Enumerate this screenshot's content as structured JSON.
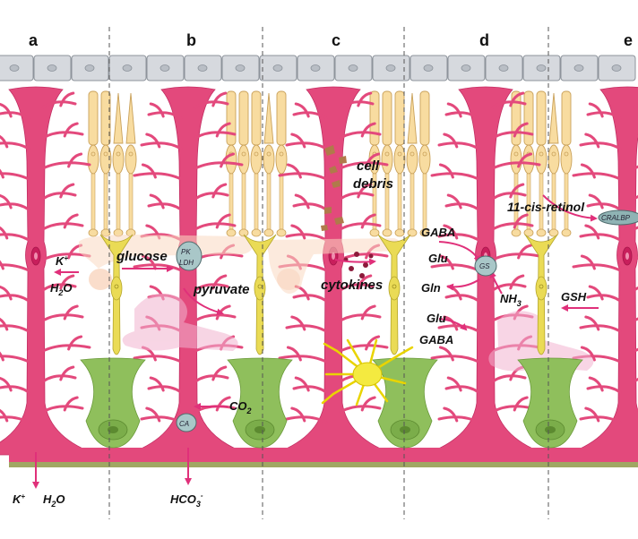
{
  "panels": [
    "a",
    "b",
    "c",
    "d",
    "e"
  ],
  "labels": {
    "k_plus_top": "K",
    "plus": "+",
    "h2o_top": "H",
    "two": "2",
    "o": "O",
    "glucose": "glucose",
    "pk": "PK",
    "ldh": "LDH",
    "pyruvate": "pyruvate",
    "co2": "CO",
    "ca": "CA",
    "hco3": "HCO",
    "three": "3",
    "minus": "-",
    "k_plus_bottom": "K",
    "h2o_bottom": "H",
    "cell": "cell",
    "debris": "debris",
    "cytokines": "cytokines",
    "gaba_top": "GABA",
    "glu_top": "Glu",
    "gs": "GS",
    "gln": "Gln",
    "nh3": "NH",
    "glu_bottom": "Glu",
    "gaba_bottom": "GABA",
    "retinol": "11-cis-retinol",
    "cralbp": "CRALBP",
    "gsh": "GSH"
  },
  "colors": {
    "muller": "#e3497c",
    "muller_light": "#f08fb0",
    "photoreceptor": "#f8dca0",
    "photoreceptor_stroke": "#c9a15a",
    "bipolar": "#eadb55",
    "ganglion": "#8fbf5c",
    "epithelium": "#d6d9de",
    "arrow": "#e0307a",
    "enzyme": "#a9c7c8",
    "microglia": "#f4ea40"
  }
}
